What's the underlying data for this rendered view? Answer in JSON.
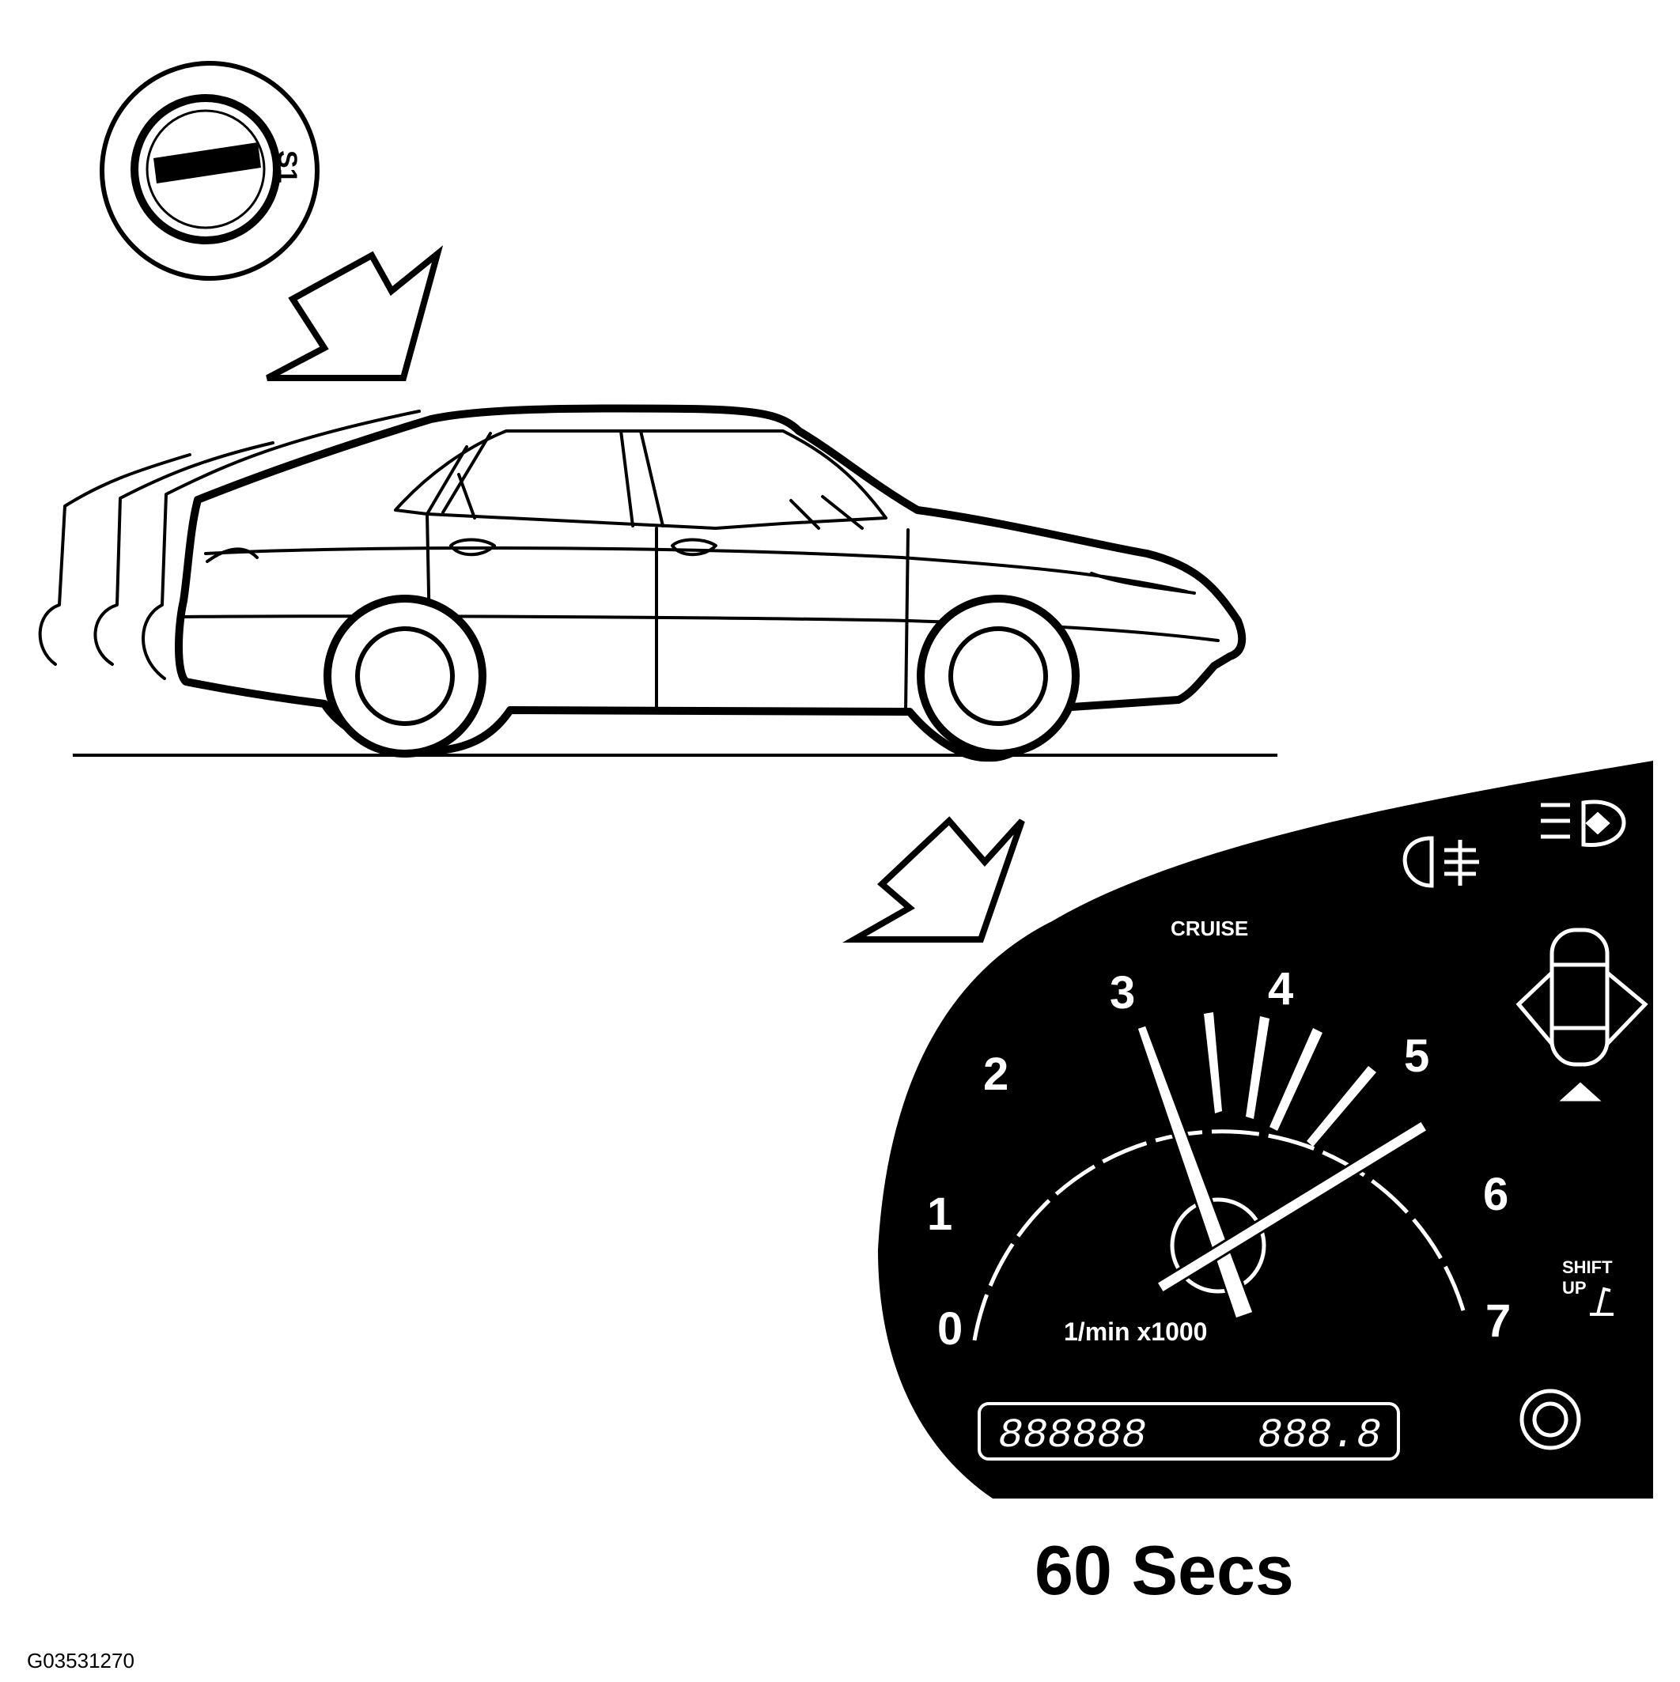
{
  "ignition": {
    "position_label": "S1"
  },
  "cluster": {
    "cruise_label": "CRUISE",
    "tach_scale": [
      "0",
      "1",
      "2",
      "3",
      "4",
      "5",
      "6",
      "7"
    ],
    "tach_unit": "1/min x1000",
    "odometer_display": "888888",
    "trip_display": "888.8",
    "shift_label_1": "SHIFT",
    "shift_label_2": "UP"
  },
  "caption": "60 Secs",
  "figure_id": "G03531270"
}
